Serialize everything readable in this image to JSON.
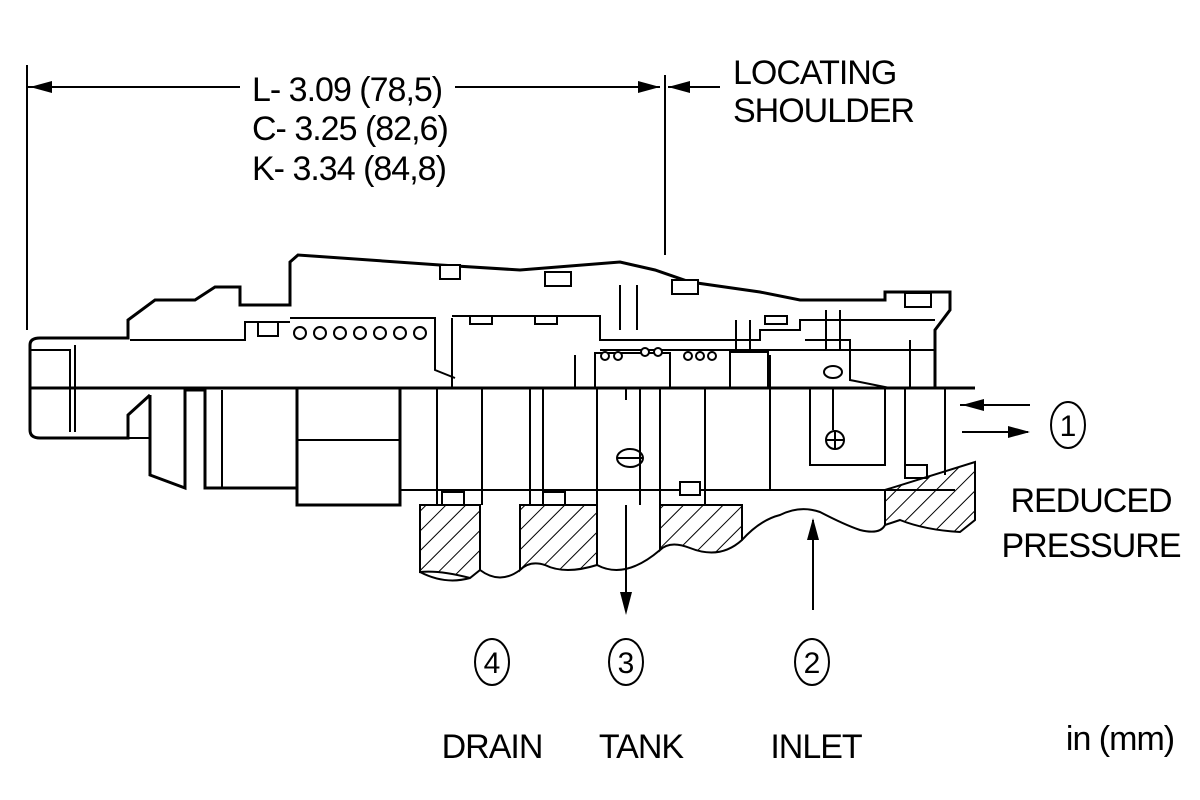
{
  "dimensions": {
    "l": "L- 3.09 (78,5)",
    "c": "C- 3.25 (82,6)",
    "k": "K- 3.34 (84,8)"
  },
  "callouts": {
    "locating_line1": "LOCATING",
    "locating_line2": "SHOULDER",
    "reduced_line1": "REDUCED",
    "reduced_line2": "PRESSURE"
  },
  "ports": [
    {
      "number": "1",
      "label": ""
    },
    {
      "number": "2",
      "label": "INLET"
    },
    {
      "number": "3",
      "label": "TANK"
    },
    {
      "number": "4",
      "label": "DRAIN"
    }
  ],
  "units": "in (mm)"
}
